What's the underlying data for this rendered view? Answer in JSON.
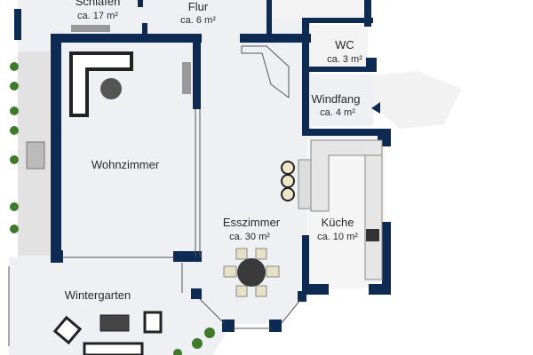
{
  "colors": {
    "wall": "#0c2a52",
    "floor": "#eef0f3",
    "tile": "#f4f4f4",
    "plant": "#3f7a2a",
    "chair": "#e8e0c4"
  },
  "rooms": [
    {
      "name": "Schlafen",
      "area": "ca. 17 m²"
    },
    {
      "name": "Flur",
      "area": "ca. 6 m²"
    },
    {
      "name": "WC",
      "area": "ca. 3 m²"
    },
    {
      "name": "Windfang",
      "area": "ca. 4 m²"
    },
    {
      "name": "Wohnzimmer",
      "area": ""
    },
    {
      "name": "Esszimmer",
      "area": "ca. 30 m²"
    },
    {
      "name": "Küche",
      "area": "ca. 10 m²"
    },
    {
      "name": "Wintergarten",
      "area": ""
    }
  ]
}
